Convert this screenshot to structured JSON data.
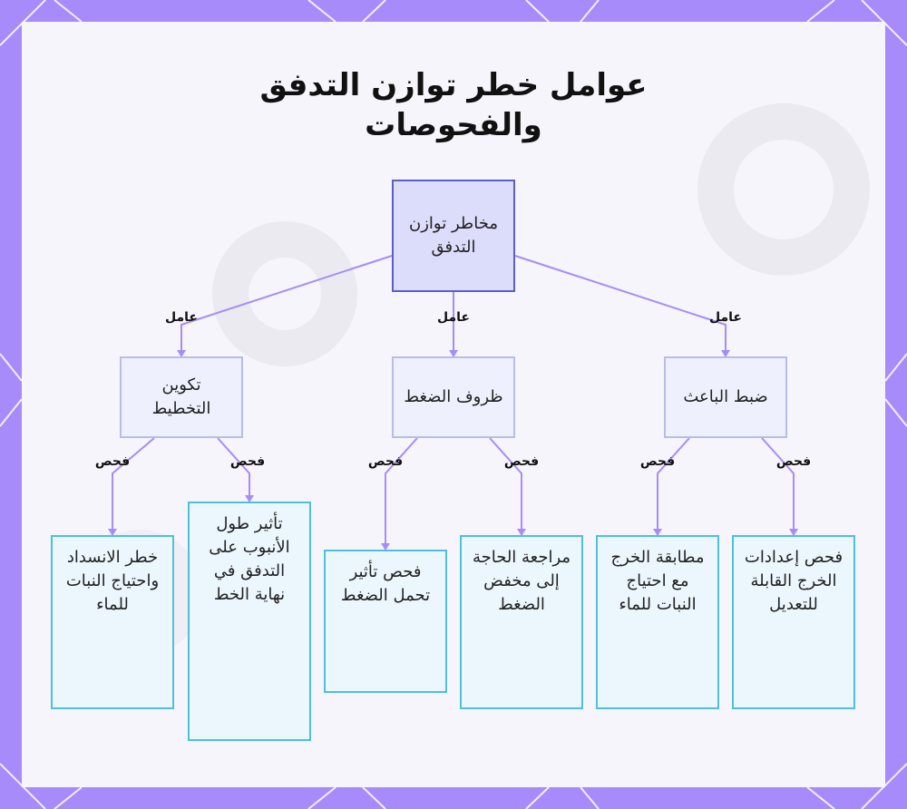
{
  "title": "عوامل خطر توازن التدفق والفحوصات",
  "root": {
    "label": "مخاطر توازن التدفق"
  },
  "factor_label": "عامل",
  "check_label": "فحص",
  "factors": [
    {
      "label": "تكوين التخطيط"
    },
    {
      "label": "ظروف الضغط"
    },
    {
      "label": "ضبط الباعث"
    }
  ],
  "checks": [
    {
      "label": "خطر الانسداد واحتياج النبات للماء"
    },
    {
      "label": "تأثير طول الأنبوب على التدفق في نهاية الخط"
    },
    {
      "label": "فحص تأثير تحمل الضغط"
    },
    {
      "label": "مراجعة الحاجة إلى مخفض الضغط"
    },
    {
      "label": "مطابقة الخرج مع احتياج النبات للماء"
    },
    {
      "label": "فحص إعدادات الخرج القابلة للتعديل"
    }
  ],
  "colors": {
    "frame": "#a78bfa",
    "edge": "#a78bfa",
    "root_border": "#5b5fc7",
    "leaf_border": "#4dc0dc"
  }
}
